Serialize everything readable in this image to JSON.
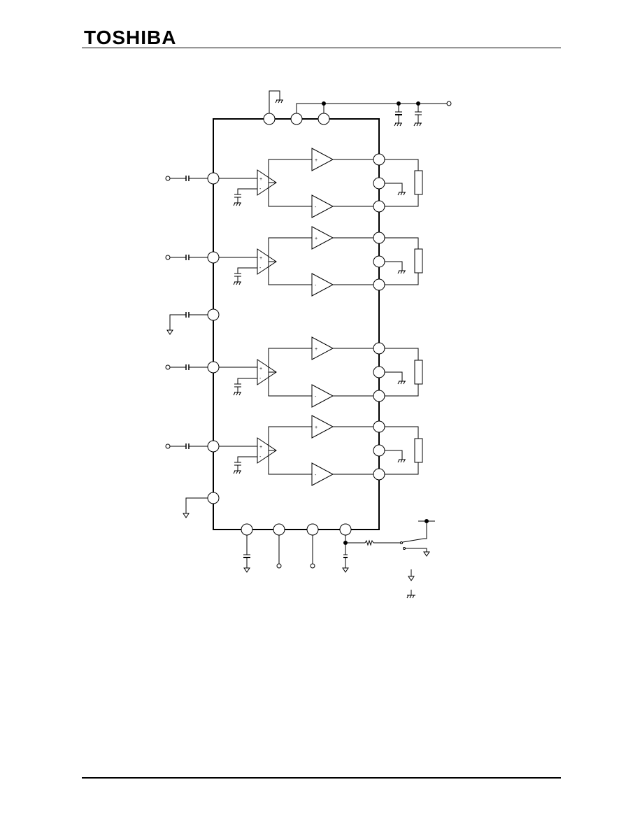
{
  "header": {
    "brand": "TOSHIBA"
  },
  "colors": {
    "ink": "#000000",
    "paper": "#ffffff"
  },
  "diagram": {
    "channels": 4,
    "bias_pin_count": 1,
    "top_pins": 3,
    "bottom_pins": 4,
    "symbols": {
      "plus": "+",
      "minus": "-"
    }
  }
}
